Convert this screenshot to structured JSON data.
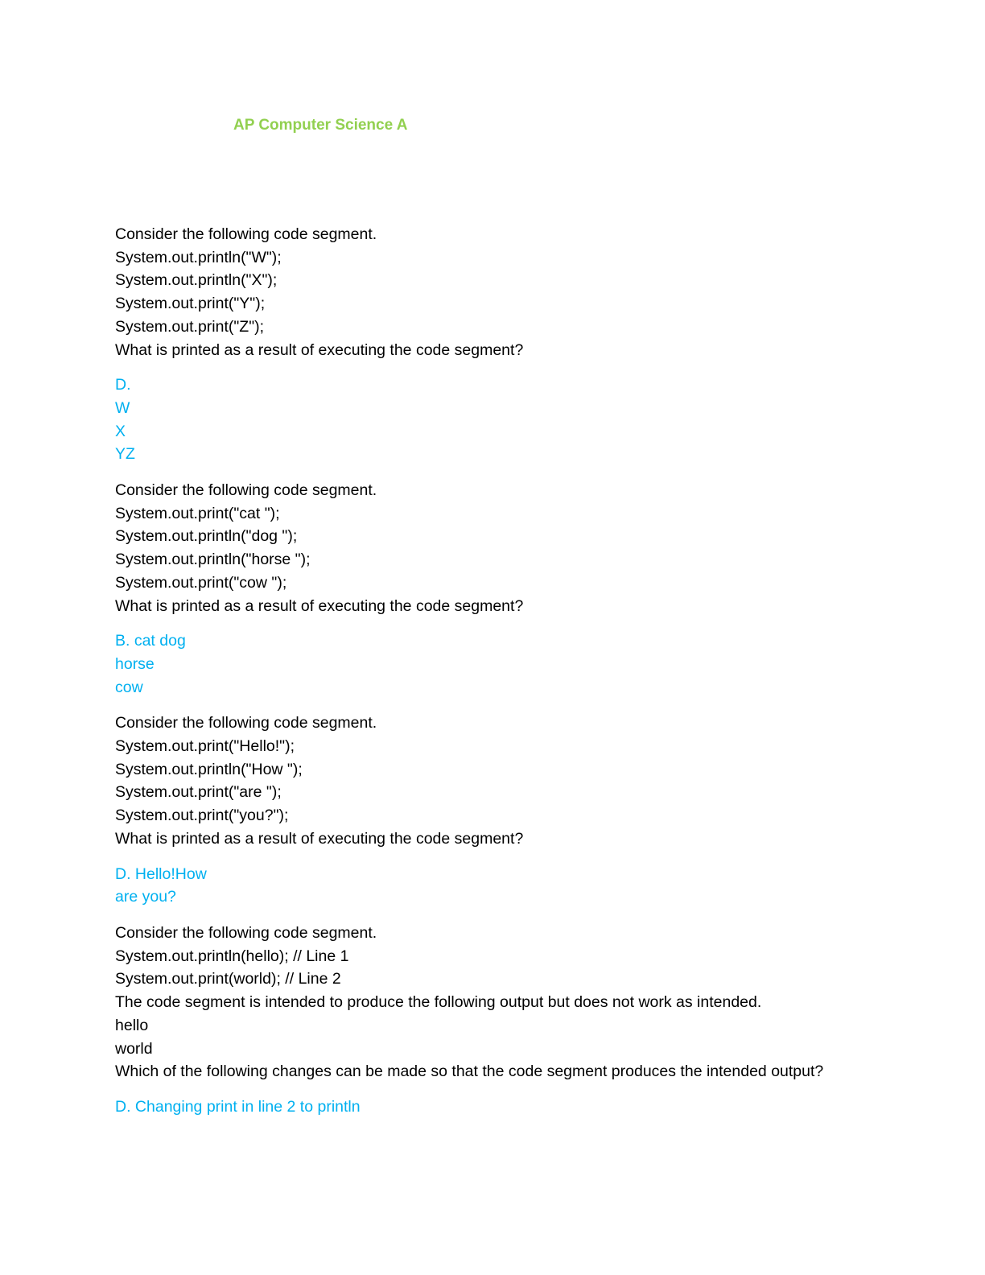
{
  "document": {
    "title": "AP Computer Science A",
    "title_color": "#92d050",
    "answer_color": "#00b0f0"
  },
  "questions": [
    {
      "lines": [
        "Consider the following code segment.",
        "System.out.println(\"W\");",
        "System.out.println(\"X\");",
        "System.out.print(\"Y\");",
        "System.out.print(\"Z\");",
        "What is printed as a result of executing the code segment?"
      ],
      "answer": [
        "D.",
        "W",
        "X",
        "YZ"
      ]
    },
    {
      "lines": [
        "Consider the following code segment.",
        "System.out.print(\"cat \");",
        "System.out.println(\"dog \");",
        "System.out.println(\"horse \");",
        "System.out.print(\"cow \");",
        "What is printed as a result of executing the code segment?"
      ],
      "answer": [
        "B. cat dog",
        "horse",
        "cow"
      ]
    },
    {
      "lines": [
        "Consider the following code segment.",
        "System.out.print(\"Hello!\");",
        "System.out.println(\"How \");",
        "System.out.print(\"are \");",
        "System.out.print(\"you?\");",
        "What is printed as a result of executing the code segment?"
      ],
      "answer": [
        "D. Hello!How",
        "are you?"
      ]
    },
    {
      "lines": [
        "Consider the following code segment.",
        "System.out.println(hello); // Line 1",
        "System.out.print(world); // Line 2",
        "The code segment is intended to produce the following output but does not work as intended.",
        "hello",
        "world",
        "Which of the following changes can be made so that the code segment produces the intended output?"
      ],
      "answer": [
        "D. Changing print in line 2 to println"
      ]
    }
  ]
}
